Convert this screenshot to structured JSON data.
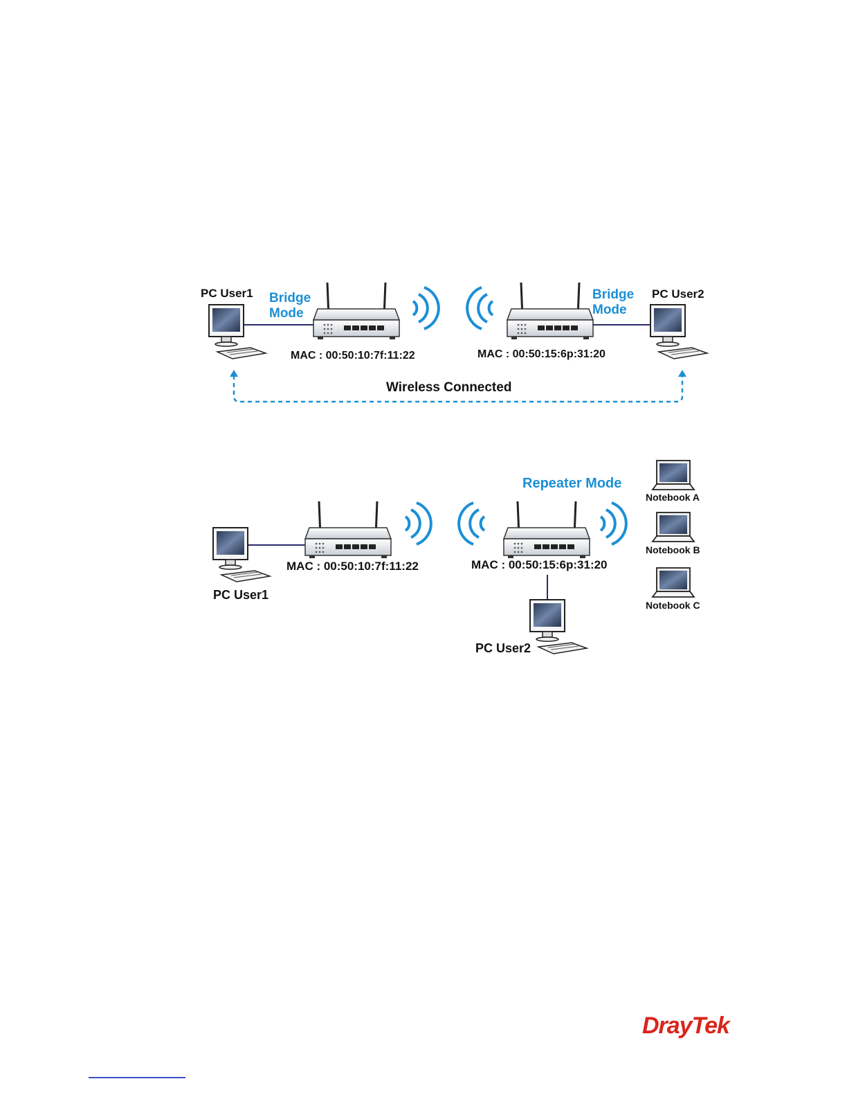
{
  "diagram1": {
    "pc_left": "PC User1",
    "pc_right": "PC User2",
    "mode_left": [
      "Bridge",
      "Mode"
    ],
    "mode_right": [
      "Bridge",
      "Mode"
    ],
    "mac_left": "MAC : 00:50:10:7f:11:22",
    "mac_right": "MAC : 00:50:15:6p:31:20",
    "link_label": "Wireless Connected"
  },
  "diagram2": {
    "pc_left": "PC User1",
    "pc_bottom": "PC User2",
    "mode": "Repeater Mode",
    "mac_left": "MAC : 00:50:10:7f:11:22",
    "mac_right": "MAC : 00:50:15:6p:31:20",
    "notebooks": [
      "Notebook A",
      "Notebook B",
      "Notebook C"
    ]
  },
  "brand": {
    "logo": "DrayTek"
  },
  "colors": {
    "accent_blue": "#1b8fd6",
    "link_dashed": "#1b8fd6",
    "cable": "#2a2a6a",
    "logo_red": "#d9261c"
  }
}
